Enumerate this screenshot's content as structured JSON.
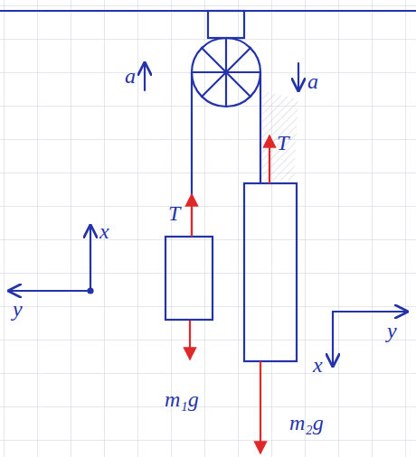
{
  "diagram": {
    "labels": [
      "a",
      "a",
      "T",
      "T",
      "x",
      "y",
      "y",
      "x",
      "m₁g",
      "m₂g"
    ]
  }
}
